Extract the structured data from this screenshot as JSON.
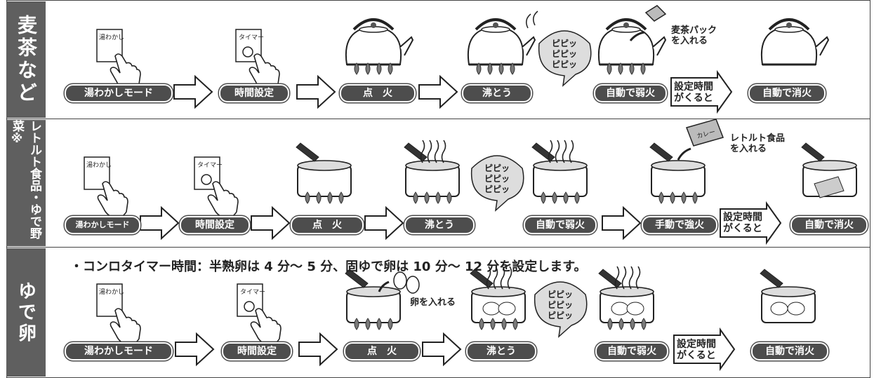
{
  "rows": [
    {
      "side_label": "麦茶など"
    },
    {
      "side_label": "レトルト食品・ゆで野菜※"
    },
    {
      "side_label": "ゆで卵"
    }
  ],
  "buttons": {
    "kettle": "湯わかし",
    "timer": "タイマー"
  },
  "row1": {
    "steps": [
      "湯わかしモード",
      "時間設定",
      "点　火",
      "沸とう",
      "自動で弱火",
      "自動で消火"
    ],
    "arrow_text": "設定時間\nがくると",
    "bubble": "ピピッ\nピピッ\nピピッ",
    "add_label": "麦茶パック\nを入れる"
  },
  "row2": {
    "steps": [
      "湯わかしモード",
      "時間設定",
      "点　火",
      "沸とう",
      "自動で弱火",
      "手動で強火",
      "自動で消火"
    ],
    "arrow_text": "設定時間\nがくると",
    "bubble": "ピピッ\nピピッ\nピピッ",
    "add_label": "レトルト食品\nを入れる",
    "pack_text": "カレー"
  },
  "row3": {
    "note": "・コンロタイマー時間：半熟卵は 4 分〜 5 分、固ゆで卵は 10 分〜 12 分を設定します。",
    "steps": [
      "湯わかしモード",
      "時間設定",
      "点　火",
      "沸とう",
      "自動で弱火",
      "自動で消火"
    ],
    "arrow_text": "設定時間\nがくると",
    "bubble": "ピピッ\nピピッ\nピピッ",
    "add_label": "卵を入れる"
  },
  "colors": {
    "side_bg": "#5f5f5f",
    "pill_bg": "#4d4d4d",
    "line": "#333333",
    "flame": "#7a7a7a"
  }
}
